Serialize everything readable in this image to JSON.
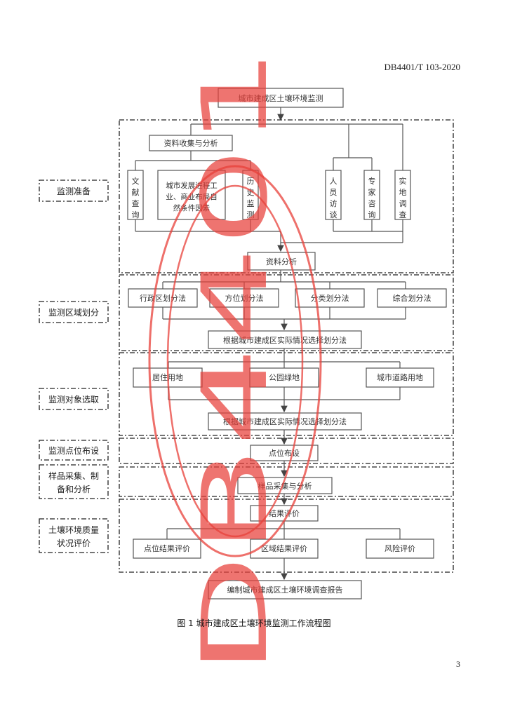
{
  "header": {
    "doc_code": "DB4401/T 103-2020"
  },
  "page": {
    "number": "3"
  },
  "caption": "图 1  城市建成区土壤环境监测工作流程图",
  "stamp": {
    "text": "DB4401",
    "color": "#e8403a"
  },
  "stages": {
    "s1": "监测准备",
    "s2": "监测区域划分",
    "s3": "监测对象选取",
    "s4": "监测点位布设",
    "s5_line1": "样品采集、制",
    "s5_line2": "备和分析",
    "s6_line1": "土壤环境质量",
    "s6_line2": "状况评价"
  },
  "flow": {
    "top": "城市建成区土壤环境监测",
    "collect": "资料收集与分析",
    "v_lit": [
      "文",
      "献",
      "查",
      "询"
    ],
    "city_dev_lines": [
      "城市发展进程工",
      "业、商业布局自",
      "然条件因素"
    ],
    "v_hist": [
      "历",
      "史",
      "监",
      "测"
    ],
    "v_staff": [
      "人",
      "员",
      "访",
      "谈"
    ],
    "v_expert": [
      "专",
      "家",
      "咨",
      "询"
    ],
    "v_field": [
      "实",
      "地",
      "调",
      "查"
    ],
    "analysis": "资料分析",
    "div_admin": "行政区划分法",
    "div_direction": "方位划分法",
    "div_class": "分类划分法",
    "div_comprehensive": "综合划分法",
    "select_method_1": "根据城市建成区实际情况选择划分法",
    "obj_residential": "居住用地",
    "obj_park": "公园绿地",
    "obj_road": "城市道路用地",
    "select_method_2": "根据城市建成区实际情况选择划分法",
    "points": "点位布设",
    "sampling": "样品采集与分析",
    "result_eval": "结果评价",
    "point_result": "点位结果评价",
    "area_result": "区域结果评价",
    "risk": "风险评价",
    "report": "编制城市建成区土壤环境调查报告"
  }
}
